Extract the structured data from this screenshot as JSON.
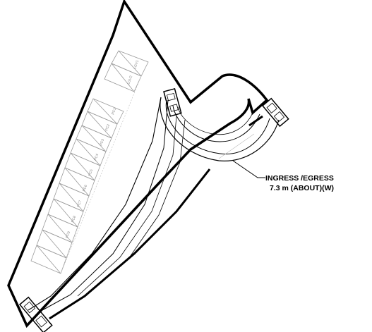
{
  "callout": {
    "line1": "INGRESS /EGRESS",
    "line2": "7.3 m (ABOUT)(W)"
  },
  "bay_labels": [
    "LGV1",
    "LGV2",
    "PC1",
    "PC2",
    "PC3",
    "PC4",
    "PC5",
    "PC6",
    "PC7",
    "PC8",
    "PC9"
  ],
  "colors": {
    "boundary": "#000000",
    "bay_lines": "#9a9a9a",
    "text": "#000000"
  }
}
